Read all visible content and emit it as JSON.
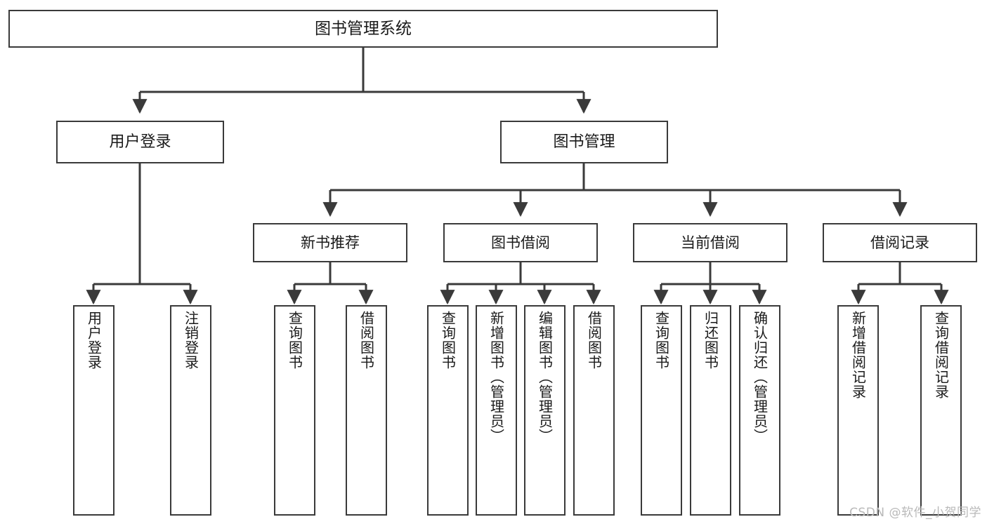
{
  "diagram": {
    "type": "tree-hierarchy",
    "title": "图书管理系统",
    "root": {
      "label": "图书管理系统"
    },
    "level1": [
      {
        "label": "用户登录"
      },
      {
        "label": "图书管理"
      }
    ],
    "level2": [
      {
        "label": "新书推荐"
      },
      {
        "label": "图书借阅"
      },
      {
        "label": "当前借阅"
      },
      {
        "label": "借阅记录"
      }
    ],
    "leaves": {
      "user_login": [
        {
          "label": "用户登录"
        },
        {
          "label": "注销登录"
        }
      ],
      "new_book_recommend": [
        {
          "label": "查询图书"
        },
        {
          "label": "借阅图书"
        }
      ],
      "book_borrow": [
        {
          "label": "查询图书"
        },
        {
          "label": "新增图书（管理员）"
        },
        {
          "label": "编辑图书（管理员）"
        },
        {
          "label": "借阅图书"
        }
      ],
      "current_borrow": [
        {
          "label": "查询图书"
        },
        {
          "label": "归还图书"
        },
        {
          "label": "确认归还（管理员）"
        }
      ],
      "borrow_records": [
        {
          "label": "新增借阅记录"
        },
        {
          "label": "查询借阅记录"
        }
      ]
    }
  },
  "watermark": {
    "text": "CSDN @软件_小贺同学"
  },
  "colors": {
    "stroke": "#3a3a3a",
    "fill": "#ffffff",
    "text": "#1a1a1a",
    "watermark": "#b9b9b9"
  }
}
